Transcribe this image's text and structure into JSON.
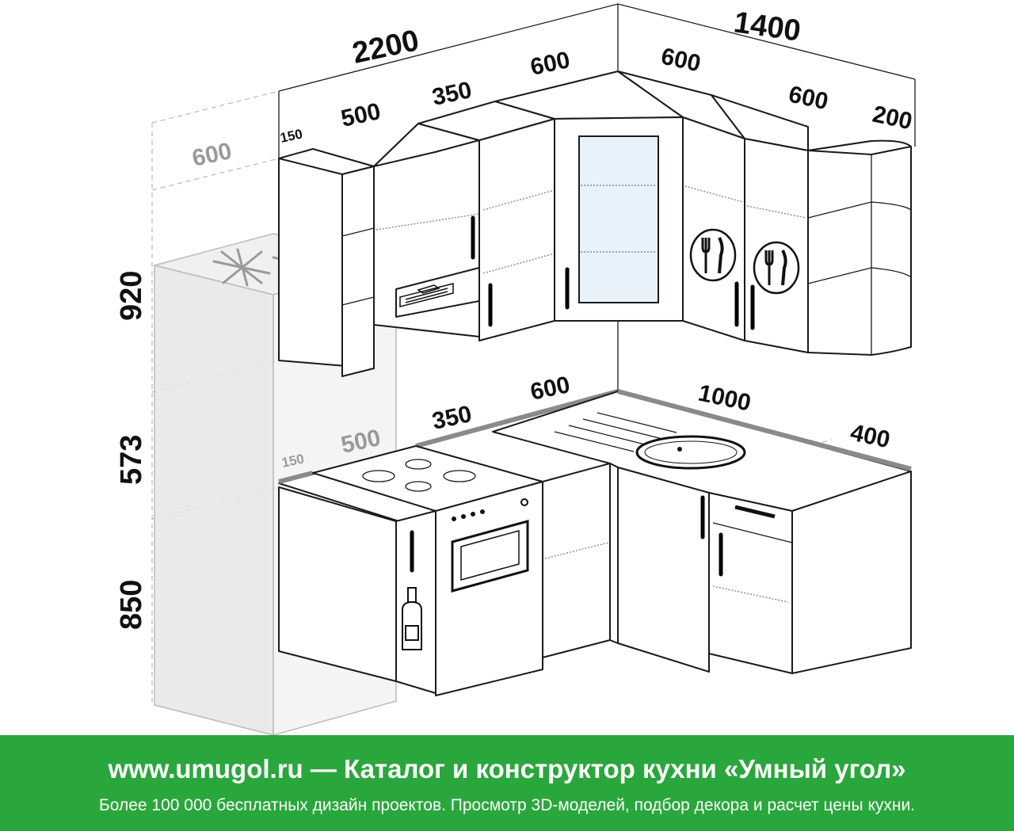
{
  "dimensions": {
    "overall_width_left": "2200",
    "overall_width_right": "1400",
    "fridge_depth": "600",
    "height_upper": "920",
    "height_backsplash": "573",
    "height_base": "850",
    "upper_left": [
      "150",
      "500",
      "350",
      "600"
    ],
    "upper_right": [
      "600",
      "600",
      "200"
    ],
    "base_left": [
      "150",
      "500",
      "350",
      "600"
    ],
    "base_right": [
      "1000",
      "400"
    ]
  },
  "footer": {
    "title": "www.umugol.ru — Каталог и конструктор кухни «Умный угол»",
    "subtitle": "Более 100 000 бесплатных дизайн проектов. Просмотр 3D-моделей, подбор декора и расчет цены кухни."
  },
  "colors": {
    "footer_bg": "#2aa73c",
    "countertop_edge": "#8a8a8a",
    "glass": "#e8f2fb",
    "fridge": "#ececec"
  }
}
